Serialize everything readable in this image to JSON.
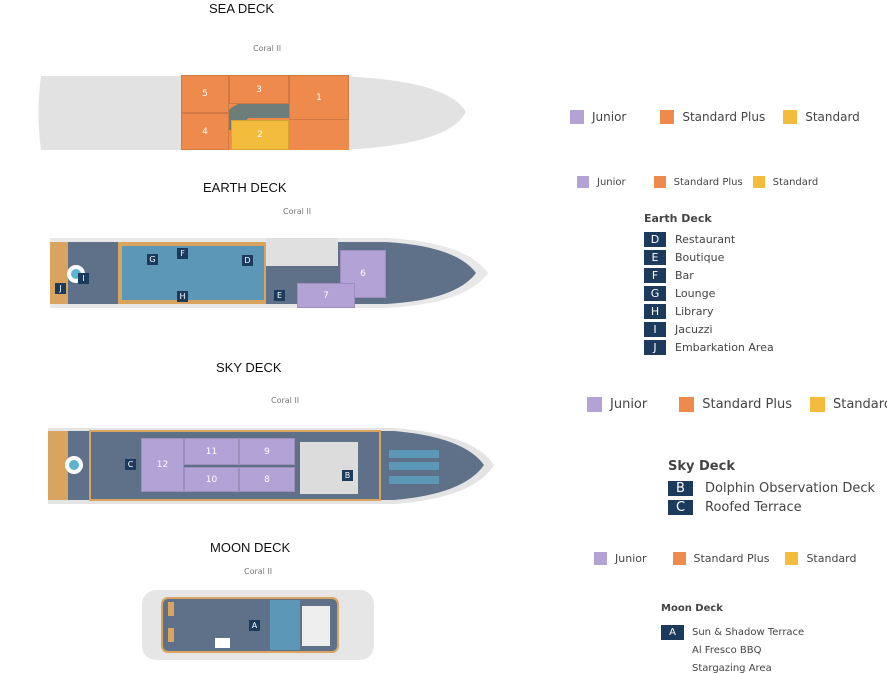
{
  "colors": {
    "junior": "#b3a2d6",
    "standard_plus": "#ee8a4c",
    "standard": "#f3bc3c",
    "tag": "#1c3a5c"
  },
  "ship_name": "Coral II",
  "legend": {
    "junior": "Junior",
    "standard_plus": "Standard Plus",
    "standard": "Standard"
  },
  "sea_deck": {
    "title": "SEA DECK",
    "cabins": [
      "1",
      "2",
      "3",
      "4",
      "5"
    ]
  },
  "earth_deck": {
    "title": "EARTH DECK",
    "cabins": [
      "6",
      "7"
    ],
    "list_title": "Earth Deck",
    "areas": [
      {
        "code": "D",
        "name": "Restaurant"
      },
      {
        "code": "E",
        "name": "Boutique"
      },
      {
        "code": "F",
        "name": "Bar"
      },
      {
        "code": "G",
        "name": "Lounge"
      },
      {
        "code": "H",
        "name": "Library"
      },
      {
        "code": "I",
        "name": "Jacuzzi"
      },
      {
        "code": "J",
        "name": "Embarkation Area"
      }
    ]
  },
  "sky_deck": {
    "title": "SKY DECK",
    "cabins": [
      "8",
      "9",
      "10",
      "11",
      "12"
    ],
    "list_title": "Sky Deck",
    "areas": [
      {
        "code": "B",
        "name": "Dolphin Observation Deck"
      },
      {
        "code": "C",
        "name": "Roofed Terrace"
      }
    ]
  },
  "moon_deck": {
    "title": "MOON DECK",
    "list_title": "Moon Deck",
    "areas": [
      {
        "code": "A",
        "name": "Sun & Shadow Terrace"
      },
      {
        "code": "",
        "name": "Al Fresco BBQ"
      },
      {
        "code": "",
        "name": "Stargazing Area"
      }
    ]
  }
}
